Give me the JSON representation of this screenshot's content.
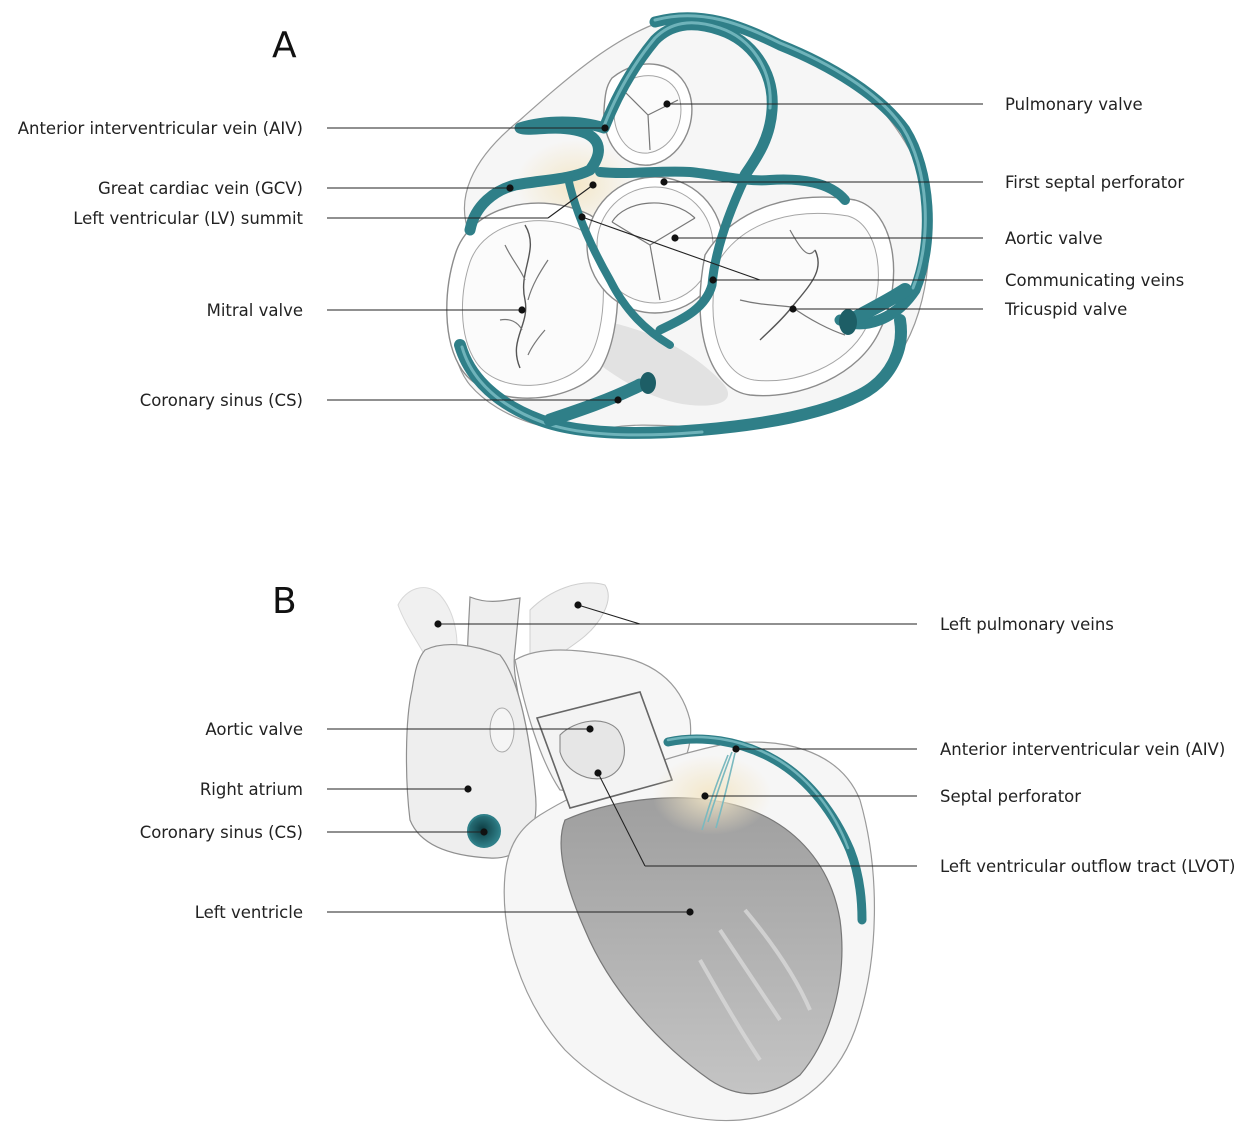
{
  "colors": {
    "vein": "#2f7f88",
    "vein_highlight": "#6fb3ba",
    "tissue": "#eeeeee",
    "summit_highlight": "#f3e6c6",
    "text": "#222222"
  },
  "panel_a": {
    "letter": "A",
    "labels": {
      "aiv": "Anterior interventricular vein (AIV)",
      "gcv": "Great cardiac vein (GCV)",
      "lv_summit": "Left ventricular (LV) summit",
      "mitral": "Mitral valve",
      "cs": "Coronary sinus (CS)",
      "pulmonary": "Pulmonary valve",
      "septal": "First septal perforator",
      "aortic": "Aortic valve",
      "communicating": "Communicating veins",
      "tricuspid": "Tricuspid valve"
    }
  },
  "panel_b": {
    "letter": "B",
    "labels": {
      "aortic": "Aortic valve",
      "right_atrium": "Right atrium",
      "cs": "Coronary sinus (CS)",
      "lv": "Left ventricle",
      "pulm_veins": "Left pulmonary veins",
      "aiv": "Anterior interventricular vein (AIV)",
      "septal": "Septal perforator",
      "lvot": "Left ventricular outflow tract (LVOT)"
    }
  }
}
